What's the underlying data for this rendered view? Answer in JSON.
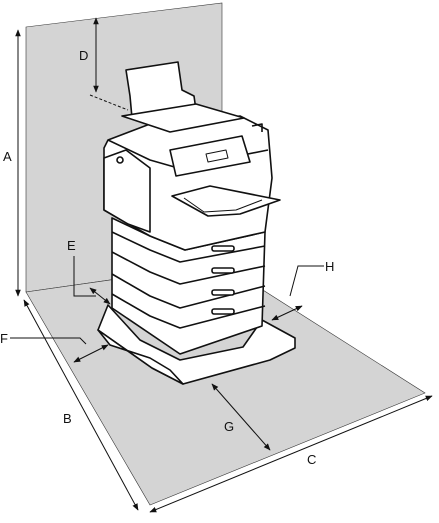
{
  "diagram": {
    "labels": {
      "a": "A",
      "b": "B",
      "c": "C",
      "d": "D",
      "e": "E",
      "f": "F",
      "g": "G",
      "h": "H"
    },
    "colors": {
      "surface": "#d4d4d4",
      "line": "#111111",
      "printer_fill": "#ffffff"
    }
  }
}
